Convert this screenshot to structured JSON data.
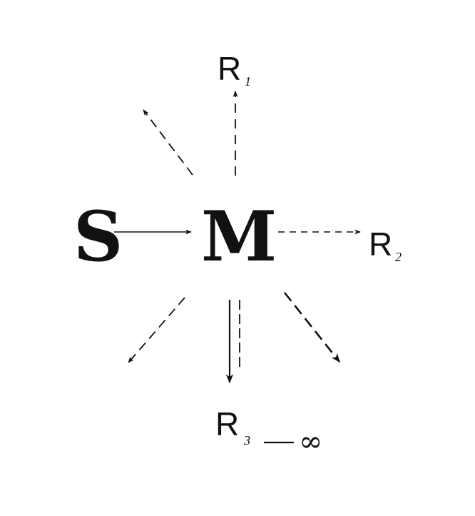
{
  "diagram": {
    "nodes": {
      "s": {
        "label": "S"
      },
      "m": {
        "label": "M"
      },
      "r1": {
        "label": "R",
        "subscript": "1"
      },
      "r2": {
        "label": "R",
        "subscript": "2"
      },
      "r3": {
        "label": "R",
        "subscript": "3",
        "range_end": "∞"
      }
    },
    "edges": [
      {
        "from": "S",
        "to": "M",
        "style": "solid"
      },
      {
        "from": "M",
        "to": "R1",
        "style": "dashed"
      },
      {
        "from": "M",
        "to": "R2",
        "style": "dashed"
      },
      {
        "from": "M",
        "to": "R3",
        "style": "solid+dashed"
      },
      {
        "from": "M",
        "to": "up-left",
        "style": "dashed"
      },
      {
        "from": "M",
        "to": "down-left",
        "style": "dashed"
      },
      {
        "from": "M",
        "to": "down-right",
        "style": "dashed"
      }
    ],
    "colors": {
      "ink": "#111111",
      "background": "#ffffff"
    }
  }
}
